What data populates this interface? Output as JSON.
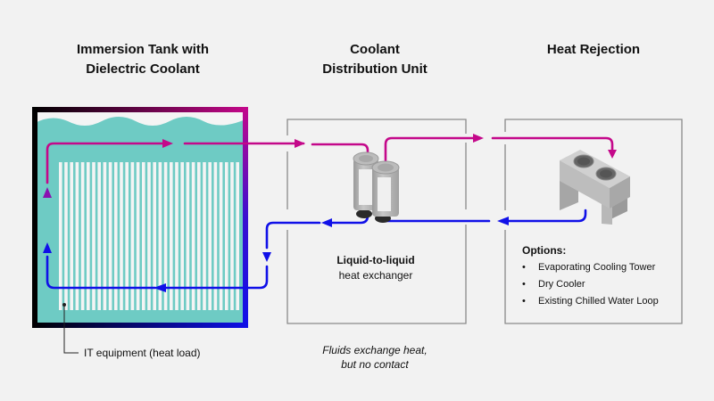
{
  "sections": {
    "tank": {
      "title": "Immersion Tank with\nDielectric Coolant"
    },
    "cdu": {
      "title": "Coolant\nDistribution Unit"
    },
    "heat_rejection": {
      "title": "Heat Rejection"
    }
  },
  "labels": {
    "heat_exchanger_bold": "Liquid-to-liquid",
    "heat_exchanger_sub": "heat exchanger",
    "note_line1": "Fluids exchange heat,",
    "note_line2": "but no contact",
    "it_equipment": "IT equipment (heat load)"
  },
  "options": {
    "title": "Options:",
    "items": [
      "Evaporating Cooling Tower",
      "Dry Cooler",
      "Existing Chilled Water Loop"
    ]
  },
  "colors": {
    "hot": "#c4088a",
    "cold": "#1010e8",
    "coolant": "#6ecbc4",
    "background": "#f2f2f2",
    "box_stroke": "#8a8a8a"
  }
}
